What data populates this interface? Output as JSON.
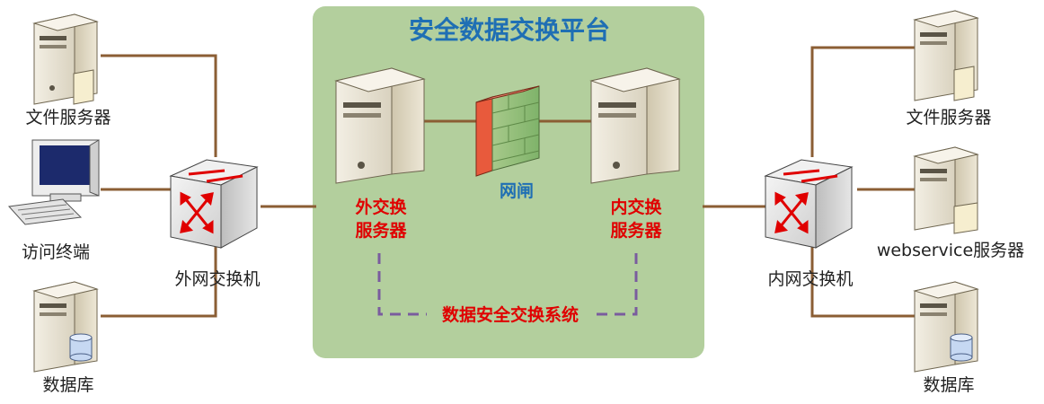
{
  "platform": {
    "title": "安全数据交换平台",
    "bg_color": "#b3cf9d"
  },
  "outer_switch": {
    "label": "外网交换机"
  },
  "inner_switch": {
    "label": "内网交换机"
  },
  "outer_server": {
    "label_line1": "外交换",
    "label_line2": "服务器"
  },
  "inner_server": {
    "label_line1": "内交换",
    "label_line2": "服务器"
  },
  "gatekeeper": {
    "label": "网闸"
  },
  "exchange_system": {
    "label": "数据安全交换系统"
  },
  "left_nodes": {
    "file_server": "文件服务器",
    "terminal": "访问终端",
    "database": "数据库"
  },
  "right_nodes": {
    "file_server": "文件服务器",
    "webservice_server": "webservice服务器",
    "database": "数据库"
  },
  "colors": {
    "link": "#8b5e34",
    "dashed": "#7a5c9e",
    "red_text": "#e00000",
    "blue_text": "#1f6fb4"
  }
}
